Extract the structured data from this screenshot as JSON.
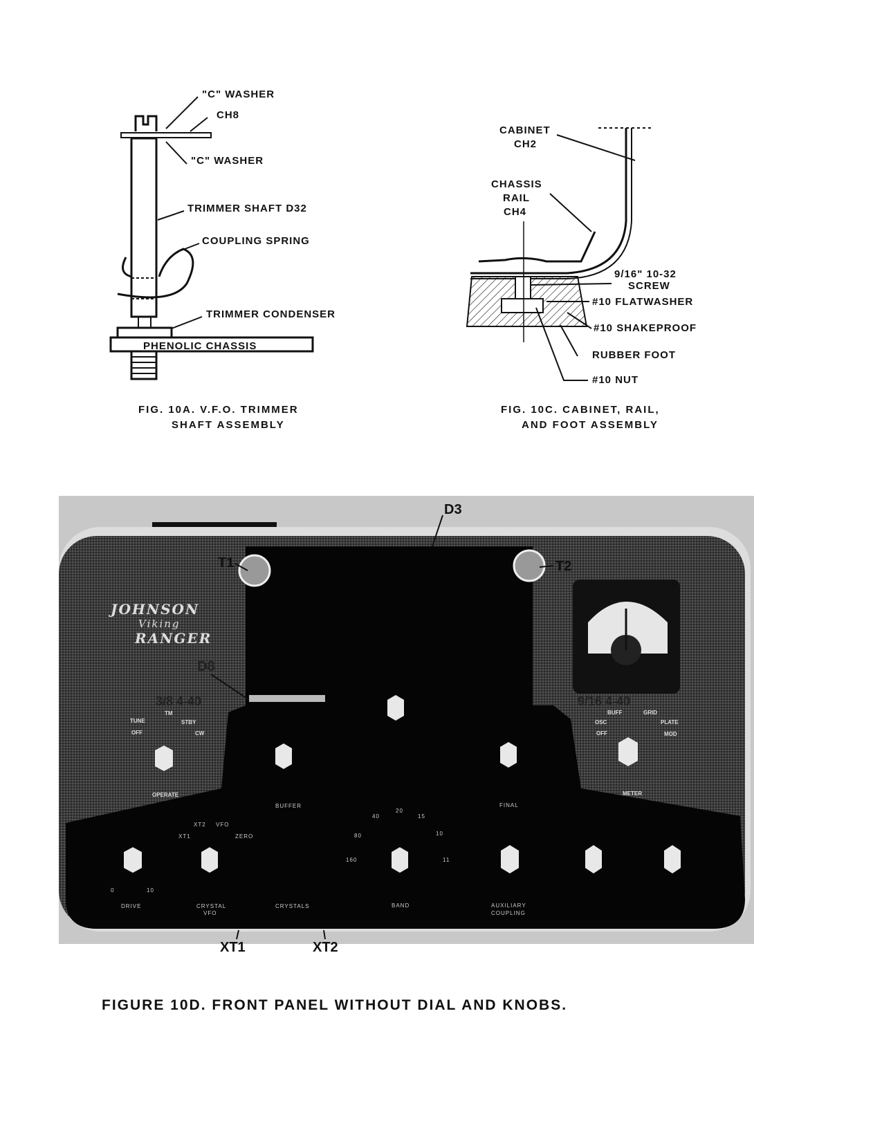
{
  "fig10a": {
    "labels": {
      "c_washer_top": "\"C\" WASHER",
      "ch8": "CH8",
      "c_washer_bottom": "\"C\" WASHER",
      "trimmer_shaft": "TRIMMER SHAFT D32",
      "coupling_spring": "COUPLING SPRING",
      "trimmer_condenser": "TRIMMER CONDENSER",
      "phenolic_chassis": "PHENOLIC CHASSIS"
    },
    "caption": [
      "FIG. 10A. V.F.O. TRIMMER",
      "SHAFT ASSEMBLY"
    ]
  },
  "fig10c": {
    "labels": {
      "cabinet": "CABINET",
      "ch2": "CH2",
      "chassis": "CHASSIS",
      "rail": "RAIL",
      "ch4": "CH4",
      "screw_size": "9/16\" 10-32",
      "screw": "SCREW",
      "flatwasher": "#10 FLATWASHER",
      "shakeproof": "#10 SHAKEPROOF",
      "rubber_foot": "RUBBER FOOT",
      "nut": "#10 NUT"
    },
    "caption": [
      "FIG. 10C. CABINET, RAIL,",
      "AND FOOT ASSEMBLY"
    ]
  },
  "fig10d": {
    "callouts": {
      "d3": "D3",
      "t1": "T1",
      "t2": "T2",
      "d8": "D8",
      "xt1": "XT1",
      "xt2": "XT2",
      "left_screw": "3/8  4-40",
      "right_screw": "9/16  4-40"
    },
    "logo": [
      "JOHNSON",
      "Viking",
      "RANGER"
    ],
    "panel": {
      "operate_positions": [
        "OFF",
        "TUNE",
        "TM",
        "STBY",
        "CW"
      ],
      "operate": "OPERATE",
      "buffer": "BUFFER",
      "final": "FINAL",
      "meter_positions": [
        "OFF",
        "OSC",
        "BUFF",
        "GRID",
        "PLATE",
        "MOD"
      ],
      "meter": "METER",
      "crystal_positions": [
        "XT1",
        "XT2",
        "VFO",
        "ZERO"
      ],
      "band_positions": [
        "160",
        "80",
        "40",
        "20",
        "15",
        "10",
        "11"
      ],
      "drive_marks": [
        "0",
        "10"
      ],
      "bottom_labels": [
        "DRIVE",
        "CRYSTAL",
        "VFO",
        "CRYSTALS",
        "BAND",
        "AUXILIARY",
        "COUPLING"
      ]
    },
    "caption": "FIGURE 10D. FRONT PANEL WITHOUT DIAL AND KNOBS."
  }
}
